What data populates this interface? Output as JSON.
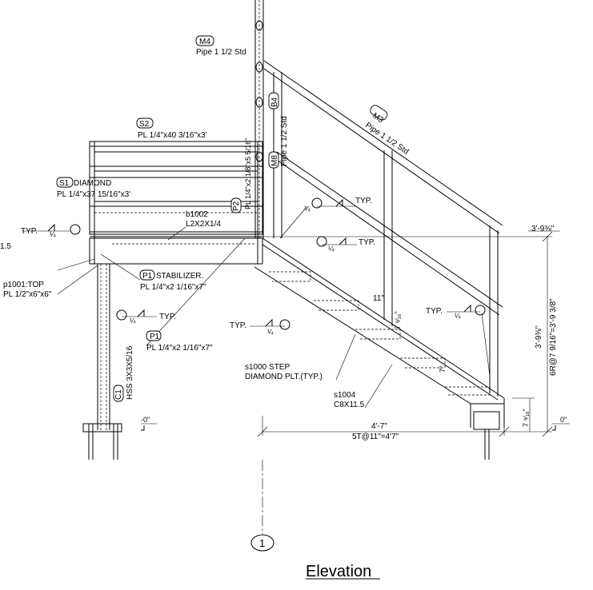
{
  "title": "Elevation",
  "grid_bubble": "1",
  "labels": {
    "m4_tag": "M4",
    "m4_desc": "Pipe 1 1/2 Std",
    "s2_tag": "S2",
    "s2_desc": "PL 1/4\"x40 3/16\"x3'",
    "s1_tag": "S1",
    "s1_title": "DIAMOND",
    "s1_desc": "PL 1/4\"x37 15/16\"x3'",
    "b1002_name": "b1002",
    "b1002_desc": "L2X2X1/4",
    "p1001_name": "p1001:TOP",
    "p1001_desc": "PL 1/2\"x6\"x6\"",
    "p1_stab_tag": "P1",
    "p1_stab_title": "STABILIZER.",
    "p1_stab_desc": "PL 1/4\"x2 1/16\"x7\"",
    "p1_tag": "P1",
    "p1_desc": "PL 1/4\"x2 1/16\"x7\"",
    "c1_tag": "C1",
    "c1_desc": "HSS 3X3X5/16",
    "m3_tag": "M3",
    "m3_desc": "Pipe 1 1/2 Std",
    "b4_tag": "B4",
    "b4_desc": "Pipe 1 1/2 Std",
    "m8_tag": "M8",
    "p2_tag": "P2",
    "p2_desc": "PL 1/4\"x2 1/8\"x5 5/16\"",
    "s1000_name": "s1000 STEP",
    "s1000_desc": "DIAMOND PLT.(TYP.)",
    "s1004_name": "s1004",
    "s1004_desc": "C8X11.5",
    "cut_left": "1.5",
    "typ": "TYP.",
    "weld_size": "¼"
  },
  "dimensions": {
    "top_elev": "3'-9⅜\"",
    "zero_left": "-0\"",
    "zero_right": "0\"",
    "rise_total": "3'-9⅜\"",
    "rise_desc": "6R@7 9/16\"=3'-9 3/8\"",
    "run_total": "4'-7\"",
    "run_desc": "5T@11\"=4'7\"",
    "tread_11": "11\"",
    "riser_a": "7 ⁹⁄₁₆\"",
    "riser_b": "7\"",
    "bottom_riser": "7 ⁹⁄₁₆\""
  }
}
